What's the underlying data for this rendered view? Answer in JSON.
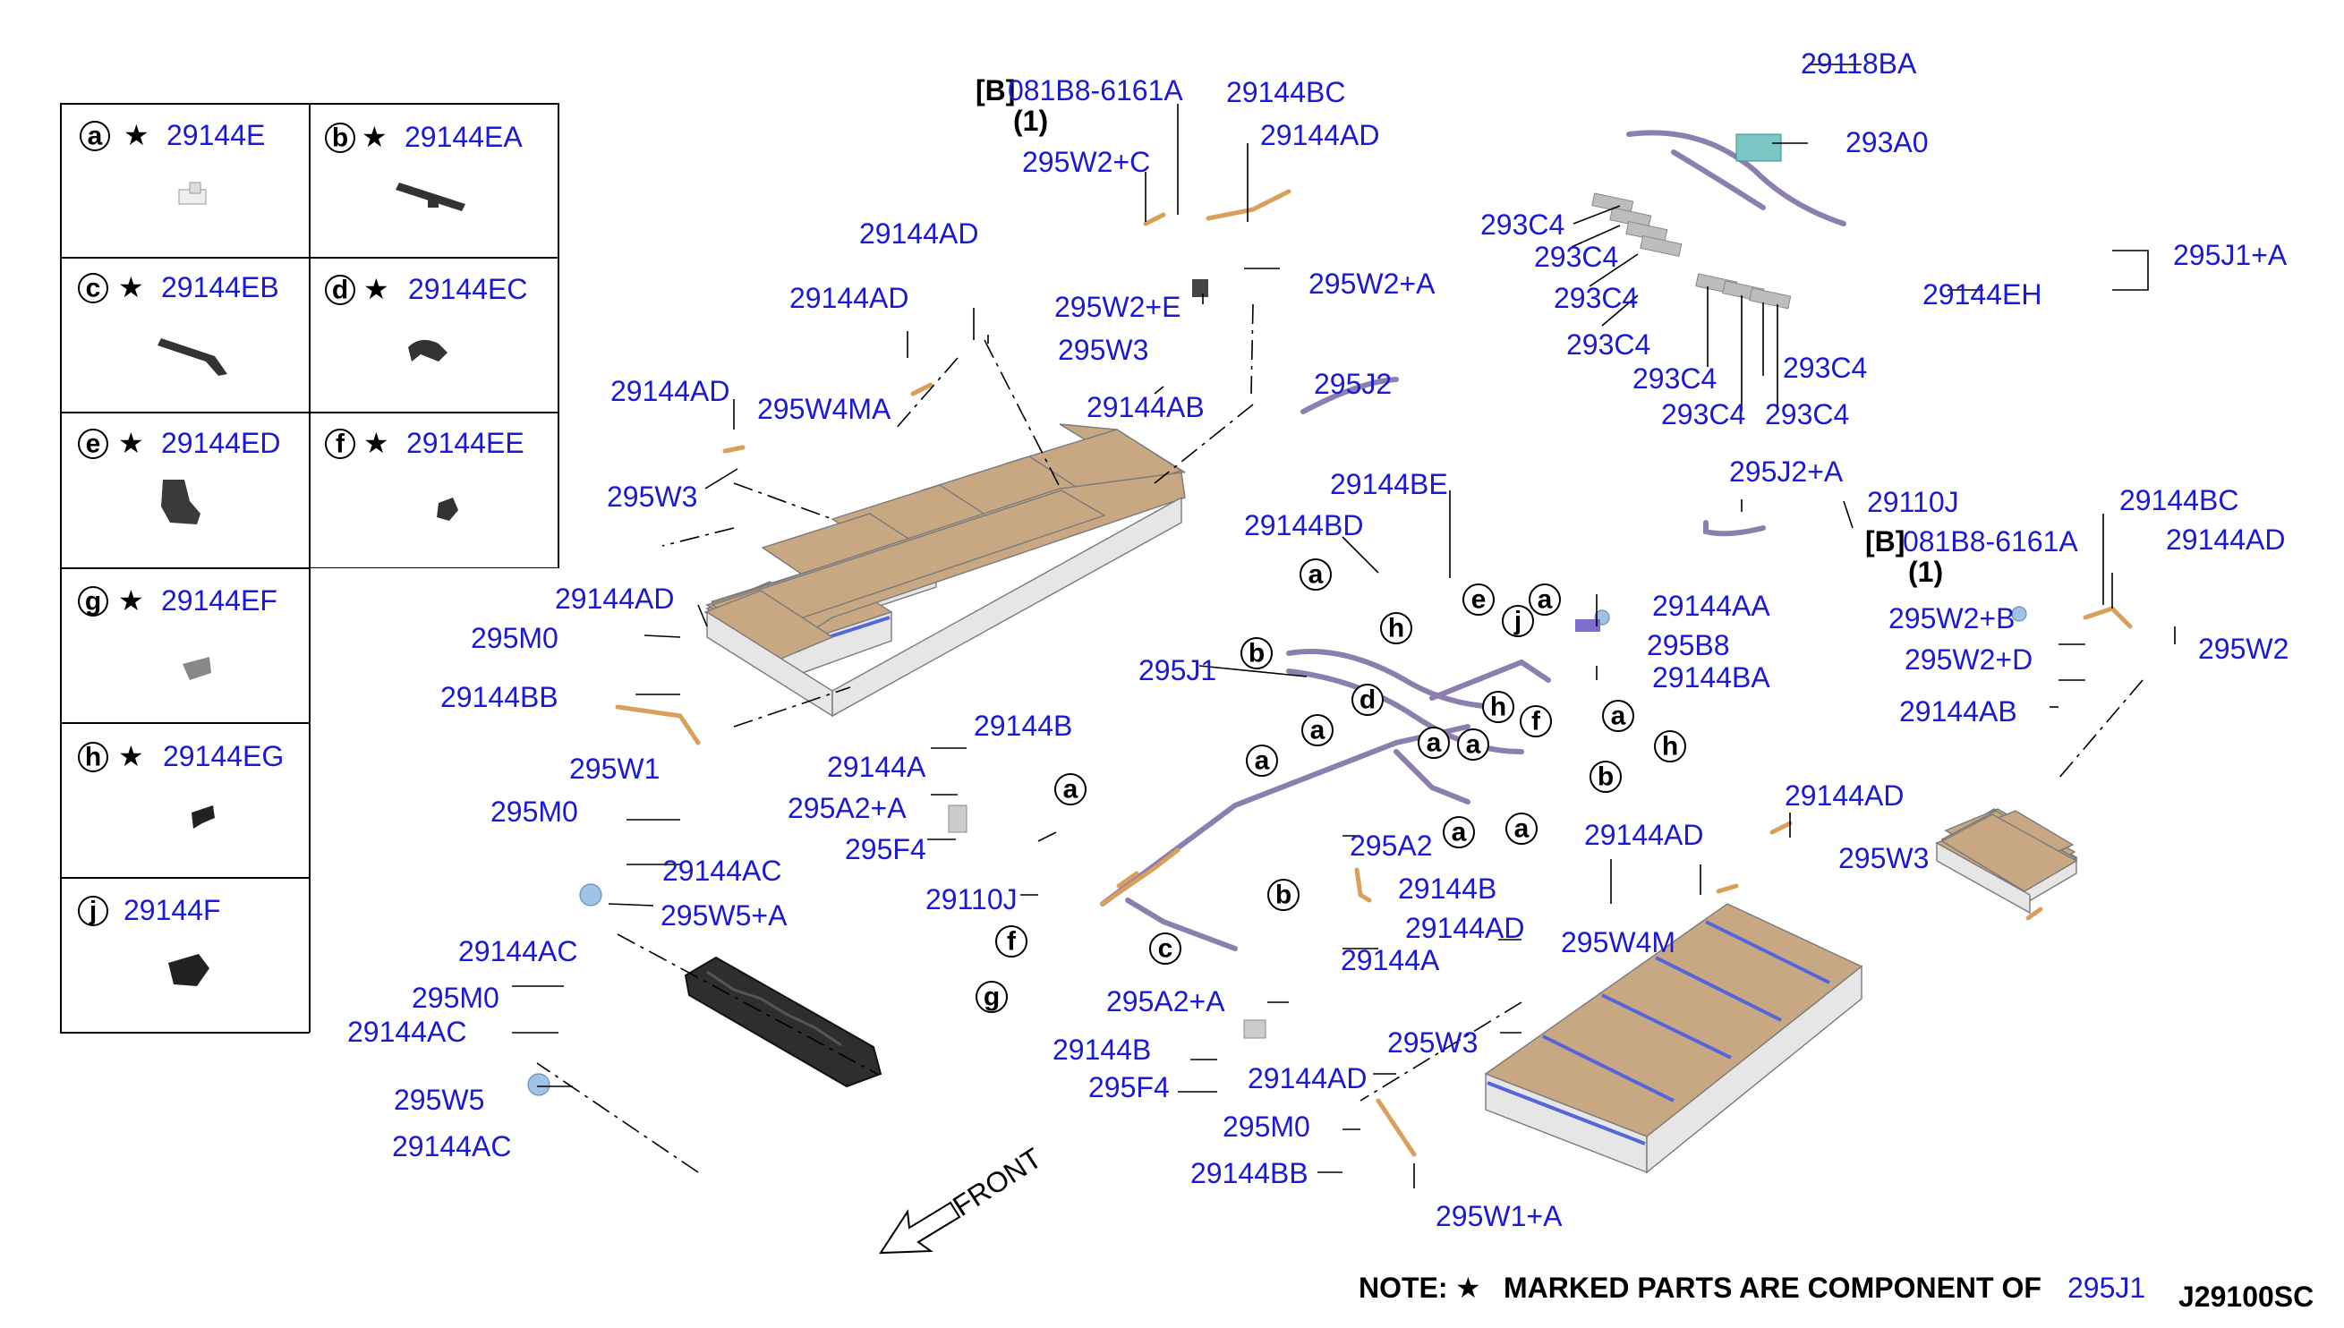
{
  "legend": [
    {
      "letter": "a",
      "part": "29144E"
    },
    {
      "letter": "b",
      "part": "29144EA"
    },
    {
      "letter": "c",
      "part": "29144EB"
    },
    {
      "letter": "d",
      "part": "29144EC"
    },
    {
      "letter": "e",
      "part": "29144ED"
    },
    {
      "letter": "f",
      "part": "29144EE"
    },
    {
      "letter": "g",
      "part": "29144EF"
    },
    {
      "letter": "h",
      "part": "29144EG"
    },
    {
      "letter": "j",
      "part": "29144F"
    }
  ],
  "star": "★",
  "labels": {
    "b1_tag": "[B]",
    "b1_part": "081B8-6161A",
    "b1_qty": "(1)",
    "p_29144BC_1": "29144BC",
    "p_295W2C": "295W2+C",
    "p_29144AD_top": "29144AD",
    "p_29144AD_2": "29144AD",
    "p_295W2A": "295W2+A",
    "p_29144AD_3": "29144AD",
    "p_295W2E": "295W2+E",
    "p_295W3_1": "295W3",
    "p_29144AD_4": "29144AD",
    "p_295W4MA": "295W4MA",
    "p_29144AB_1": "29144AB",
    "p_295J2": "295J2",
    "p_295W3_2": "295W3",
    "p_29144AD_5": "29144AD",
    "p_295M0_1": "295M0",
    "p_29144BB_1": "29144BB",
    "p_295W1": "295W1",
    "p_295M0_2": "295M0",
    "p_29144AC_1": "29144AC",
    "p_295W5A": "295W5+A",
    "p_29144AC_2": "29144AC",
    "p_295M0_3": "295M0",
    "p_29144AC_3": "29144AC",
    "p_295W5": "295W5",
    "p_29144AC_4": "29144AC",
    "p_29118BA": "29118BA",
    "p_293A0": "293A0",
    "p_293C4_1": "293C4",
    "p_293C4_2": "293C4",
    "p_293C4_3": "293C4",
    "p_293C4_4": "293C4",
    "p_293C4_5": "293C4",
    "p_293C4_6": "293C4",
    "p_293C4_7": "293C4",
    "p_293C4_8": "293C4",
    "p_295J1A": "295J1+A",
    "p_29144EH": "29144EH",
    "p_295J2A": "295J2+A",
    "p_29110J_1": "29110J",
    "b2_tag": "[B]",
    "b2_part": "081B8-6161A",
    "b2_qty": "(1)",
    "p_29144BC_2": "29144BC",
    "p_29144AD_r": "29144AD",
    "p_295W2B": "295W2+B",
    "p_295W2D": "295W2+D",
    "p_295W2": "295W2",
    "p_29144AB_2": "29144AB",
    "p_29144BE": "29144BE",
    "p_29144BD": "29144BD",
    "p_295J1": "295J1",
    "p_29144AA": "29144AA",
    "p_295B8": "295B8",
    "p_29144BA": "29144BA",
    "p_29144B_1": "29144B",
    "p_29144A_1": "29144A",
    "p_295A2A_1": "295A2+A",
    "p_295F4_1": "295F4",
    "p_29110J_2": "29110J",
    "p_295A2": "295A2",
    "p_29144B_2": "29144B",
    "p_29144A_2": "29144A",
    "p_295A2A_2": "295A2+A",
    "p_29144B_3": "29144B",
    "p_295F4_2": "295F4",
    "p_29144AD_r2": "29144AD",
    "p_29144AD_r3": "29144AD",
    "p_295W3_r": "295W3",
    "p_29144AD_r4": "29144AD",
    "p_295W4M": "295W4M",
    "p_295W3_r2": "295W3",
    "p_29144AD_r5": "29144AD",
    "p_295M0_r": "295M0",
    "p_29144BB_r": "29144BB",
    "p_295W1A": "295W1+A"
  },
  "front": "FRONT",
  "note": {
    "prefix": "NOTE:",
    "star": "★",
    "text": "MARKED PARTS ARE COMPONENT OF",
    "part": "295J1"
  },
  "diagram_code": "J29100SC",
  "colors": {
    "part_number": "#1a1ad6",
    "cell_top": "#c8a883",
    "stripe": "#5566dd",
    "harness": "#8c7fb0",
    "wire": "#d9a05b"
  }
}
